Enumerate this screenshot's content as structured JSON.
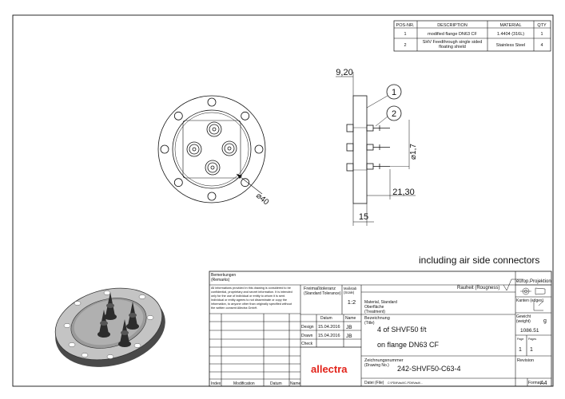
{
  "bom": {
    "headers": [
      "POS-NR.",
      "DESCRIPTION",
      "MATERIAL",
      "QTY"
    ],
    "rows": [
      {
        "pos": "1",
        "desc": "modified flange DN63 CF",
        "desc2": "",
        "material": "1.4404 (316L)",
        "qty": "1"
      },
      {
        "pos": "2",
        "desc": "SHV Feedthrough single sided",
        "desc2": "floating shield",
        "material": "Stainless Steel",
        "qty": "4"
      }
    ]
  },
  "dims": {
    "d920": "9,20",
    "d40": "40",
    "d17": "1,7",
    "d2130": "21,30",
    "d15": "15",
    "balloon1": "1",
    "balloon2": "2"
  },
  "note": "including air side connectors",
  "titleblock": {
    "remarks_label": "Bemerkungen",
    "remarks_label_en": "(Remarks)",
    "remarks_text": [
      "All informations provided in this drawing is considered to be",
      "confidential, proprietary and secret information. It is intended",
      "only for the use of individual or entity to whom it is sent.",
      "Individual or entity agrees to not disseminate or copy the",
      "information, to anyone other than originally specified without",
      "the written consent Allectra GmbH."
    ],
    "tolerance_label": "Freimaßtoleranz",
    "tolerance_label_en": "(Standard Tolerance)",
    "scale_label": "Maßstab",
    "scale_label_en": "(Scale)",
    "scale": "1:2",
    "roughness_label": "Rauheit (Rougness)",
    "projection_label": "europ.Projektion",
    "edges_label": "Kanten (edges)",
    "material_label": "Material, Standard",
    "treatment_label": "Oberfläche",
    "treatment_label_en": "(Treatment)",
    "weight_label": "Gewicht",
    "weight_label_en": "(weight)",
    "weight_unit": "g",
    "weight": "1086.51",
    "page_label": "Page",
    "pages_label": "Pages",
    "page": "1",
    "pages": "1",
    "designation_label": "Bezeichnung",
    "designation_label_en": "(Title)",
    "title_line1": "4 of SHVF50 f/t",
    "title_line2": "on flange DN63 CF",
    "date_header": "Datum",
    "name_header": "Name",
    "design_label": "Design",
    "design_date": "15.04.2016",
    "design_name": "JB",
    "drawn_label": "Drawn",
    "drawn_date": "15.04.2016",
    "drawn_name": "JB",
    "check_label": "Check",
    "drawing_no_label": "Zeichnungsnummer",
    "drawing_no_label_en": "(Drawing No.)",
    "drawing_no": "242-SHVF50-C63-4",
    "revision_label": "Revision",
    "file_label": "Datei (File)",
    "file_path": "C:\\PDMVault\\C-PDMVault\\...",
    "format_label": "Format",
    "format": "A4",
    "index_label": "Index",
    "modification_label": "Modification",
    "datum_footer": "Datum",
    "name_footer": "Name",
    "company": "allectra"
  },
  "colors": {
    "line": "#111111",
    "logo_red": "#e2231a",
    "model_dark": "#2a2a2a",
    "model_mid": "#7a7a7a",
    "model_light": "#c8c8c8"
  }
}
